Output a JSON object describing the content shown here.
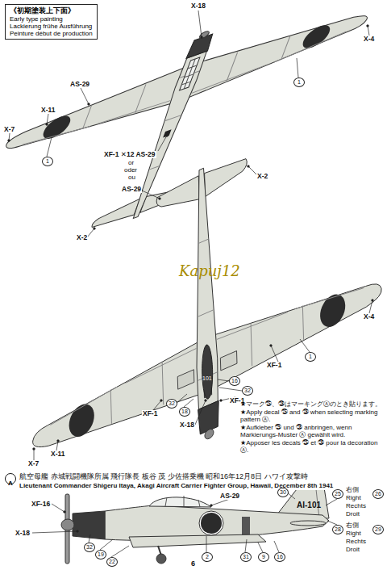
{
  "diagram": {
    "nodes": [
      {
        "text": [
          "《初期塗装上下面》",
          "Early type painting",
          "Lackierung frühe Ausführung",
          "Peinture début de production"
        ]
      },
      {
        "text": [
          "A"
        ]
      }
    ],
    "labels": [
      "X-18",
      "X-4",
      "1",
      "AS-29",
      "X-11",
      "X-7",
      "1",
      "XF-1 ✕12 AS-29",
      "or",
      "oder",
      "ou",
      "X-2",
      "AS-29",
      "X-2",
      "1",
      "X-4",
      "XF-1",
      "16",
      "32",
      "XF-1",
      "32",
      "18",
      "XF-1",
      "X-18",
      "101",
      "X-11",
      "X-7",
      "★マーク㉕、㉘はマーキングⒶのとき貼ります。",
      "★Apply decal ㉕ and ㉘ when selecting marking pattern Ⓐ.",
      "★Aufkleber ㉕ und ㉘ anbringen, wenn Markierungs-Muster Ⓐ gewählt wird.",
      "★Apposer les decals ㉕ et ㉘ pour la decoration Ⓐ.",
      "Kapuj12",
      "航空母艦 赤城戦闘機隊所属 飛行隊長 板谷 茂 少佐搭乗機 昭和16年12月8日 ハワイ攻撃時",
      "Lieutenant Commander Shigeru Itaya, Akagi Aircraft Carrier Fighter Group, Hawaii, December 8th 1941",
      "XF-16",
      "X-18",
      "32",
      "19",
      "22",
      "AS-29",
      "30",
      "25",
      "右側",
      "Right",
      "Rechts",
      "Droit",
      "26",
      "AI-101",
      "28",
      "右側",
      "Right",
      "Rechts",
      "Droit",
      "29",
      "2",
      "31",
      "9",
      "16",
      "6"
    ]
  }
}
